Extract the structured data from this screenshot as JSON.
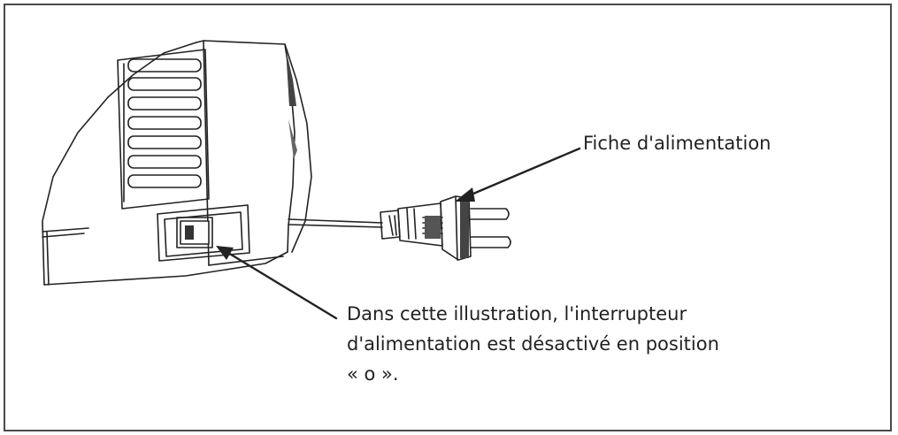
{
  "labels": {
    "plug": "Fiche d'alimentation",
    "switch_line1": "Dans cette illustration, l'interrupteur",
    "switch_line2": "d'alimentation est désactivé en position",
    "switch_line3": "« o »."
  },
  "colors": {
    "line": "#222222",
    "frame": "#4a4a4a",
    "background": "#ffffff"
  }
}
